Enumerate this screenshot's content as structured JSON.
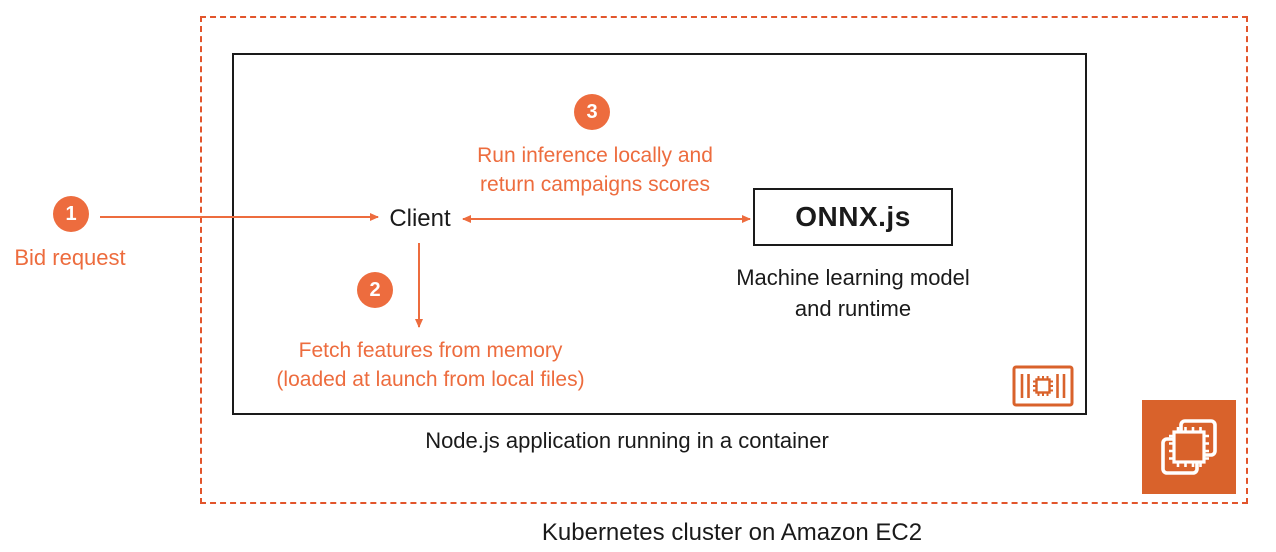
{
  "colors": {
    "accent_orange": "#ed6c3e",
    "dashed_border_orange": "#e2552c",
    "aws_icon_orange": "#d9622b",
    "ink_black": "#1a1a1a"
  },
  "outer_group": {
    "caption": "Kubernetes cluster on Amazon EC2"
  },
  "inner_group": {
    "caption": "Node.js application running in a container"
  },
  "nodes": {
    "client_label": "Client",
    "onnx_label": "ONNX.js",
    "onnx_caption_line1": "Machine learning model",
    "onnx_caption_line2": "and runtime"
  },
  "steps": [
    {
      "num": "1",
      "label": "Bid request"
    },
    {
      "num": "2",
      "label_line1": "Fetch features from memory",
      "label_line2": "(loaded at launch from local files)"
    },
    {
      "num": "3",
      "label_line1": "Run inference locally and",
      "label_line2": "return campaigns scores"
    }
  ],
  "icons": {
    "container_icon": "container-chip-icon",
    "ec2_icon": "ec2-instance-icon"
  }
}
